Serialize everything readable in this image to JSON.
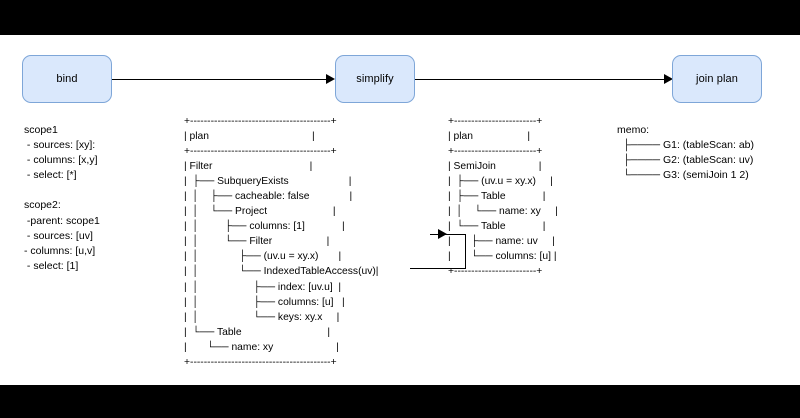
{
  "canvas": {
    "background": "#ffffff",
    "letterbox": "#000000"
  },
  "flow": {
    "nodes": [
      {
        "id": "bind",
        "label": "bind",
        "fill": "#dae8fc",
        "stroke": "#7ea6d8"
      },
      {
        "id": "simplify",
        "label": "simplify",
        "fill": "#dae8fc",
        "stroke": "#7ea6d8"
      },
      {
        "id": "join-plan",
        "label": "join plan",
        "fill": "#dae8fc",
        "stroke": "#7ea6d8"
      }
    ],
    "edges": [
      {
        "from": "bind",
        "to": "simplify"
      },
      {
        "from": "simplify",
        "to": "join-plan"
      },
      {
        "from": "plan-left",
        "to": "plan-right"
      }
    ]
  },
  "scopes": {
    "text": "scope1\n - sources: [xy]:\n - columns: [x,y]\n - select: [*]\n\nscope2:\n -parent: scope1\n - sources: [uv]\n- columns: [u,v]\n - select: [1]",
    "entries": [
      {
        "name": "scope1",
        "fields": [
          "- sources: [xy]:",
          "- columns: [x,y]",
          "- select: [*]"
        ]
      },
      {
        "name": "scope2:",
        "fields": [
          "-parent: scope1",
          "- sources: [uv]",
          "- columns: [u,v]",
          "- select: [1]"
        ]
      }
    ]
  },
  "plan_left": {
    "header": "plan",
    "text": "+-----------------------------------------+\n| plan                                    |\n+-----------------------------------------+\n| Filter                                  |\n|  ├── SubqueryExists                     |\n|  │    ├── cacheable: false              |\n|  │    └── Project                       |\n|  │         ├── columns: [1]             |\n|  │         └── Filter                   |\n|  │              ├── (uv.u = xy.x)       |\n|  │              └── IndexedTableAccess(uv)|\n|  │                   ├── index: [uv.u]  |\n|  │                   ├── columns: [u]   |\n|  │                   └── keys: xy.x     |\n|  └── Table                              |\n|       └── name: xy                      |\n+-----------------------------------------+",
    "rows": [
      "Filter",
      "├── SubqueryExists",
      "│    ├── cacheable: false",
      "│    └── Project",
      "│         ├── columns: [1]",
      "│         └── Filter",
      "│              ├── (uv.u = xy.x)",
      "│              └── IndexedTableAccess(uv)",
      "│                   ├── index: [uv.u]",
      "│                   ├── columns: [u]",
      "│                   └── keys: xy.x",
      "└── Table",
      "     └── name: xy"
    ]
  },
  "plan_right": {
    "header": "plan",
    "text": "+------------------------+\n| plan                   |\n+------------------------+\n| SemiJoin               |\n|  ├── (uv.u = xy.x)     |\n|  ├── Table             |\n|  │    └── name: xy     |\n|  └── Table             |\n|       ├── name: uv     |\n|       └── columns: [u] |\n+------------------------+",
    "rows": [
      "SemiJoin",
      "├── (uv.u = xy.x)",
      "├── Table",
      "│    └── name: xy",
      "└── Table",
      "     ├── name: uv",
      "     └── columns: [u]"
    ]
  },
  "memo": {
    "title": "memo:",
    "text": "memo:\n  ├──── G1: (tableScan: ab)\n  ├──── G2: (tableScan: uv)\n  └──── G3: (semiJoin 1 2)",
    "entries": [
      "G1: (tableScan: ab)",
      "G2: (tableScan: uv)",
      "G3: (semiJoin 1 2)"
    ]
  }
}
